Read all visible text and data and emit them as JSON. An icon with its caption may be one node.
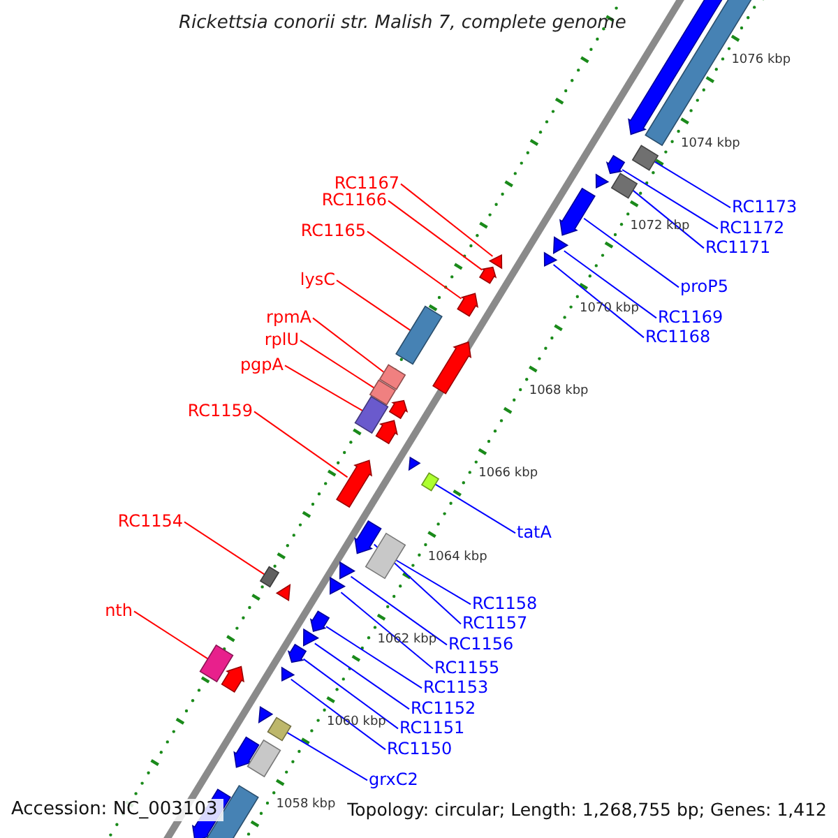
{
  "diagram": {
    "title": "Rickettsia conorii str. Malish 7, complete genome",
    "nodes": [
      {
        "text": [
          "RC1167"
        ]
      },
      {
        "text": [
          "RC1166"
        ]
      },
      {
        "text": [
          "RC1165"
        ]
      },
      {
        "text": [
          "lysC"
        ]
      },
      {
        "text": [
          "rpmA"
        ]
      },
      {
        "text": [
          "rplU"
        ]
      },
      {
        "text": [
          "pgpA"
        ]
      },
      {
        "text": [
          "RC1173"
        ]
      },
      {
        "text": [
          "RC1172"
        ]
      },
      {
        "text": [
          "RC1171"
        ]
      },
      {
        "text": [
          "proP5"
        ]
      },
      {
        "text": [
          "RC1169"
        ]
      },
      {
        "text": [
          "RC1168"
        ]
      },
      {
        "text": [
          "RC1159"
        ]
      },
      {
        "text": [
          "tatA"
        ]
      },
      {
        "text": [
          "RC1154"
        ]
      },
      {
        "text": [
          "RC1158"
        ]
      },
      {
        "text": [
          "RC1157"
        ]
      },
      {
        "text": [
          "RC1156"
        ]
      },
      {
        "text": [
          "RC1155"
        ]
      },
      {
        "text": [
          "nth"
        ]
      },
      {
        "text": [
          "RC1153"
        ]
      },
      {
        "text": [
          "RC1152"
        ]
      },
      {
        "text": [
          "RC1151"
        ]
      },
      {
        "text": [
          "RC1150"
        ]
      },
      {
        "text": [
          "grxC2"
        ]
      },
      {
        "text": [],
        "shape": "arrow"
      },
      {
        "text": [],
        "shape": "arrow"
      },
      {
        "text": [],
        "shape": "arrow"
      },
      {
        "text": [],
        "shape": "box"
      },
      {
        "text": [],
        "shape": "box"
      },
      {
        "text": [],
        "shape": "box"
      },
      {
        "text": [],
        "shape": "box"
      },
      {
        "text": [],
        "shape": "box"
      },
      {
        "text": [],
        "shape": "arrow"
      },
      {
        "text": [],
        "shape": "box"
      },
      {
        "text": [],
        "shape": "arrow"
      },
      {
        "text": [],
        "shape": "arrow"
      },
      {
        "text": [],
        "shape": "arrow"
      },
      {
        "text": [],
        "shape": "arrow"
      },
      {
        "text": [],
        "shape": "box"
      },
      {
        "text": [],
        "shape": "box"
      },
      {
        "text": [],
        "shape": "box"
      },
      {
        "text": [],
        "shape": "arrow"
      },
      {
        "text": [],
        "shape": "arrow"
      },
      {
        "text": [],
        "shape": "arrow"
      },
      {
        "text": [],
        "shape": "box"
      },
      {
        "text": [],
        "shape": "arrow"
      },
      {
        "text": [],
        "shape": "arrow"
      },
      {
        "text": [],
        "shape": "arrow"
      },
      {
        "text": [],
        "shape": "arrow"
      },
      {
        "text": [],
        "shape": "box"
      },
      {
        "text": [],
        "shape": "arrow"
      },
      {
        "text": [],
        "shape": "box"
      },
      {
        "text": [],
        "shape": "arrow"
      },
      {
        "text": [],
        "shape": "arrow"
      },
      {
        "text": [],
        "shape": "arrow"
      },
      {
        "text": [],
        "shape": "arrow"
      },
      {
        "text": [],
        "shape": "arrow"
      },
      {
        "text": [],
        "shape": "arrow"
      },
      {
        "text": [],
        "shape": "arrow"
      },
      {
        "text": [],
        "shape": "arrow"
      },
      {
        "text": [],
        "shape": "arrow"
      },
      {
        "text": [],
        "shape": "box"
      },
      {
        "text": [],
        "shape": "arrow"
      },
      {
        "text": [],
        "shape": "box"
      }
    ],
    "edges": [
      {
        "from": 0,
        "to": 26,
        "arrow": "none",
        "color": "#ff0000"
      },
      {
        "from": 1,
        "to": 27,
        "arrow": "none",
        "color": "#ff0000"
      },
      {
        "from": 2,
        "to": 28,
        "arrow": "none",
        "color": "#ff0000"
      },
      {
        "from": 3,
        "to": 29,
        "arrow": "none",
        "color": "#ff0000"
      },
      {
        "from": 4,
        "to": 30,
        "arrow": "none",
        "color": "#ff0000"
      },
      {
        "from": 5,
        "to": 31,
        "arrow": "none",
        "color": "#ff0000"
      },
      {
        "from": 6,
        "to": 32,
        "arrow": "none",
        "color": "#ff0000"
      },
      {
        "from": 7,
        "to": 33,
        "arrow": "none"
      },
      {
        "from": 8,
        "to": 34,
        "arrow": "none"
      },
      {
        "from": 9,
        "to": 35,
        "arrow": "none"
      },
      {
        "from": 10,
        "to": 36,
        "arrow": "none"
      },
      {
        "from": 11,
        "to": 37,
        "arrow": "none"
      },
      {
        "from": 12,
        "to": 38,
        "arrow": "none"
      },
      {
        "from": 13,
        "to": 39,
        "arrow": "none",
        "color": "#ff0000"
      },
      {
        "from": 14,
        "to": 40,
        "arrow": "none"
      },
      {
        "from": 15,
        "to": 41,
        "arrow": "none",
        "color": "#ff0000"
      },
      {
        "from": 16,
        "to": 42,
        "arrow": "none"
      },
      {
        "from": 17,
        "to": 43,
        "arrow": "none"
      },
      {
        "from": 18,
        "to": 44,
        "arrow": "none"
      },
      {
        "from": 19,
        "to": 45,
        "arrow": "none"
      },
      {
        "from": 20,
        "to": 46,
        "arrow": "none",
        "color": "#ff0000"
      },
      {
        "from": 21,
        "to": 47,
        "arrow": "none"
      },
      {
        "from": 22,
        "to": 48,
        "arrow": "none"
      },
      {
        "from": 23,
        "to": 49,
        "arrow": "none"
      },
      {
        "from": 24,
        "to": 50,
        "arrow": "none"
      },
      {
        "from": 25,
        "to": 51,
        "arrow": "none"
      }
    ],
    "labels": [
      "1076 kbp",
      "1074 kbp",
      "1072 kbp",
      "1070 kbp",
      "1068 kbp",
      "1066 kbp",
      "1064 kbp",
      "1062 kbp",
      "1060 kbp",
      "1058 kbp",
      "Accession: NC_003103",
      "Topology: circular; Length: 1,268,755 bp; Genes: 1,412"
    ]
  }
}
